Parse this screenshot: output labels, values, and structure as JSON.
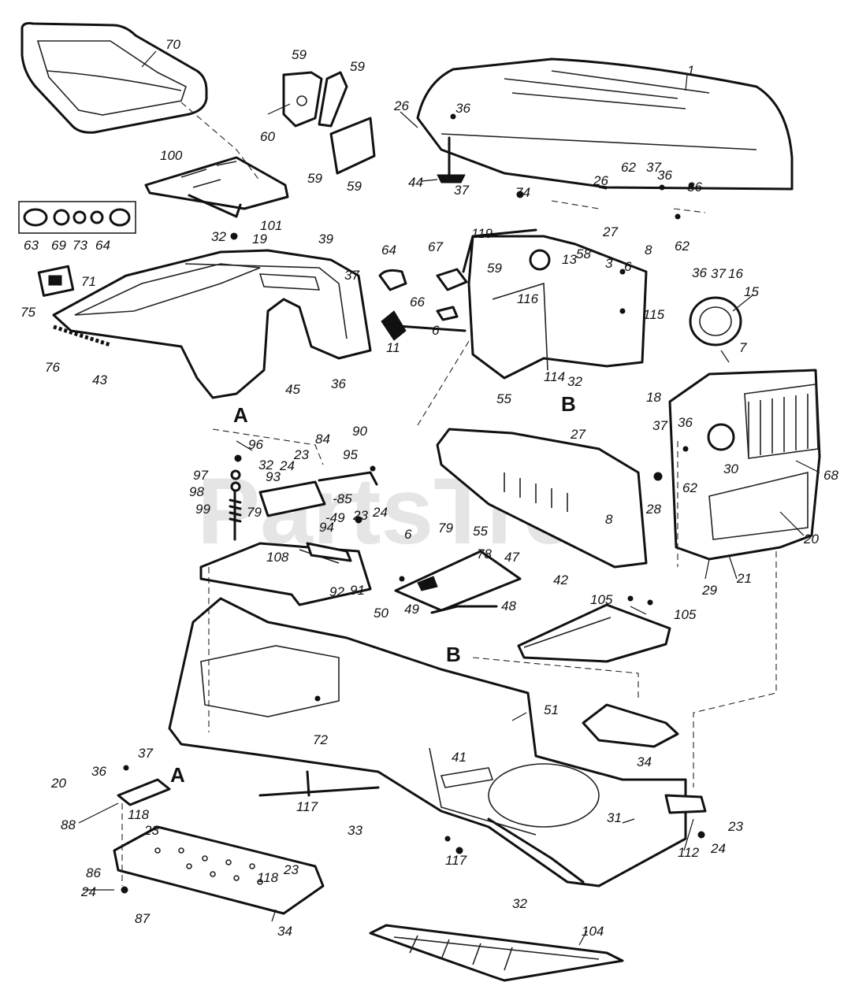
{
  "watermark": "PartsTree",
  "callouts": [
    {
      "id": "c1",
      "text": "1"
    },
    {
      "id": "c3",
      "text": "3"
    },
    {
      "id": "c6a",
      "text": "6"
    },
    {
      "id": "c6b",
      "text": "6"
    },
    {
      "id": "c6c",
      "text": "6"
    },
    {
      "id": "c7",
      "text": "7"
    },
    {
      "id": "c8a",
      "text": "8"
    },
    {
      "id": "c8b",
      "text": "8"
    },
    {
      "id": "c11",
      "text": "11"
    },
    {
      "id": "c13",
      "text": "13"
    },
    {
      "id": "c15",
      "text": "15"
    },
    {
      "id": "c16",
      "text": "16"
    },
    {
      "id": "c18",
      "text": "18"
    },
    {
      "id": "c19",
      "text": "19"
    },
    {
      "id": "c20a",
      "text": "20"
    },
    {
      "id": "c20b",
      "text": "20"
    },
    {
      "id": "c21",
      "text": "21"
    },
    {
      "id": "c23a",
      "text": "23"
    },
    {
      "id": "c23b",
      "text": "23"
    },
    {
      "id": "c23c",
      "text": "23"
    },
    {
      "id": "c23d",
      "text": "23"
    },
    {
      "id": "c23e",
      "text": "23"
    },
    {
      "id": "c24a",
      "text": "24"
    },
    {
      "id": "c24b",
      "text": "24"
    },
    {
      "id": "c24c",
      "text": "24"
    },
    {
      "id": "c24d",
      "text": "24"
    },
    {
      "id": "c26a",
      "text": "26"
    },
    {
      "id": "c26b",
      "text": "26"
    },
    {
      "id": "c27a",
      "text": "27"
    },
    {
      "id": "c27b",
      "text": "27"
    },
    {
      "id": "c28",
      "text": "28"
    },
    {
      "id": "c29",
      "text": "29"
    },
    {
      "id": "c30",
      "text": "30"
    },
    {
      "id": "c31",
      "text": "31"
    },
    {
      "id": "c32a",
      "text": "32"
    },
    {
      "id": "c32b",
      "text": "32"
    },
    {
      "id": "c32c",
      "text": "32"
    },
    {
      "id": "c32d",
      "text": "32"
    },
    {
      "id": "c33",
      "text": "33"
    },
    {
      "id": "c34a",
      "text": "34"
    },
    {
      "id": "c34b",
      "text": "34"
    },
    {
      "id": "c36a",
      "text": "36"
    },
    {
      "id": "c36b",
      "text": "36"
    },
    {
      "id": "c36c",
      "text": "36"
    },
    {
      "id": "c36d",
      "text": "36"
    },
    {
      "id": "c36e",
      "text": "36"
    },
    {
      "id": "c36f",
      "text": "36"
    },
    {
      "id": "c36g",
      "text": "36"
    },
    {
      "id": "c37a",
      "text": "37"
    },
    {
      "id": "c37b",
      "text": "37"
    },
    {
      "id": "c37c",
      "text": "37"
    },
    {
      "id": "c37d",
      "text": "37"
    },
    {
      "id": "c37e",
      "text": "37"
    },
    {
      "id": "c37f",
      "text": "37"
    },
    {
      "id": "c39",
      "text": "39"
    },
    {
      "id": "c41",
      "text": "41"
    },
    {
      "id": "c42",
      "text": "42"
    },
    {
      "id": "c43",
      "text": "43"
    },
    {
      "id": "c44",
      "text": "44"
    },
    {
      "id": "c45",
      "text": "45"
    },
    {
      "id": "c47",
      "text": "47"
    },
    {
      "id": "c48",
      "text": "48"
    },
    {
      "id": "c49a",
      "text": "-49"
    },
    {
      "id": "c49b",
      "text": "49"
    },
    {
      "id": "c50",
      "text": "50"
    },
    {
      "id": "c51",
      "text": "51"
    },
    {
      "id": "c55a",
      "text": "55"
    },
    {
      "id": "c55b",
      "text": "55"
    },
    {
      "id": "c58",
      "text": "58"
    },
    {
      "id": "c59a",
      "text": "59"
    },
    {
      "id": "c59b",
      "text": "59"
    },
    {
      "id": "c59c",
      "text": "59"
    },
    {
      "id": "c59d",
      "text": "59"
    },
    {
      "id": "c59e",
      "text": "59"
    },
    {
      "id": "c60",
      "text": "60"
    },
    {
      "id": "c62a",
      "text": "62"
    },
    {
      "id": "c62b",
      "text": "62"
    },
    {
      "id": "c62c",
      "text": "62"
    },
    {
      "id": "c63",
      "text": "63"
    },
    {
      "id": "c64a",
      "text": "64"
    },
    {
      "id": "c64b",
      "text": "64"
    },
    {
      "id": "c66",
      "text": "66"
    },
    {
      "id": "c67",
      "text": "67"
    },
    {
      "id": "c68",
      "text": "68"
    },
    {
      "id": "c69",
      "text": "69"
    },
    {
      "id": "c70",
      "text": "70"
    },
    {
      "id": "c71",
      "text": "71"
    },
    {
      "id": "c72",
      "text": "72"
    },
    {
      "id": "c73",
      "text": "73"
    },
    {
      "id": "c74",
      "text": "74"
    },
    {
      "id": "c75",
      "text": "75"
    },
    {
      "id": "c76",
      "text": "76"
    },
    {
      "id": "c78",
      "text": "78"
    },
    {
      "id": "c79a",
      "text": "79"
    },
    {
      "id": "c79b",
      "text": "79"
    },
    {
      "id": "c84",
      "text": "84"
    },
    {
      "id": "c85",
      "text": "-85"
    },
    {
      "id": "c86",
      "text": "86"
    },
    {
      "id": "c87",
      "text": "87"
    },
    {
      "id": "c88",
      "text": "88"
    },
    {
      "id": "c90",
      "text": "90"
    },
    {
      "id": "c91",
      "text": "91"
    },
    {
      "id": "c92",
      "text": "92"
    },
    {
      "id": "c93",
      "text": "93"
    },
    {
      "id": "c94",
      "text": "94"
    },
    {
      "id": "c95",
      "text": "95"
    },
    {
      "id": "c96",
      "text": "96"
    },
    {
      "id": "c97",
      "text": "97"
    },
    {
      "id": "c98",
      "text": "98"
    },
    {
      "id": "c99",
      "text": "99"
    },
    {
      "id": "c100",
      "text": "100"
    },
    {
      "id": "c101",
      "text": "101"
    },
    {
      "id": "c104",
      "text": "104"
    },
    {
      "id": "c105a",
      "text": "105"
    },
    {
      "id": "c105b",
      "text": "105"
    },
    {
      "id": "c108",
      "text": "108"
    },
    {
      "id": "c112",
      "text": "112"
    },
    {
      "id": "c114",
      "text": "114"
    },
    {
      "id": "c115",
      "text": "115"
    },
    {
      "id": "c116",
      "text": "116"
    },
    {
      "id": "c117a",
      "text": "117"
    },
    {
      "id": "c117b",
      "text": "117"
    },
    {
      "id": "c118a",
      "text": "118"
    },
    {
      "id": "c118b",
      "text": "118"
    },
    {
      "id": "c119",
      "text": "119"
    }
  ],
  "reference_letters": [
    {
      "id": "ref-a-fender",
      "text": "A"
    },
    {
      "id": "ref-b-dash",
      "text": "B"
    },
    {
      "id": "ref-b-frame",
      "text": "B"
    },
    {
      "id": "ref-a-bracket",
      "text": "A"
    }
  ]
}
